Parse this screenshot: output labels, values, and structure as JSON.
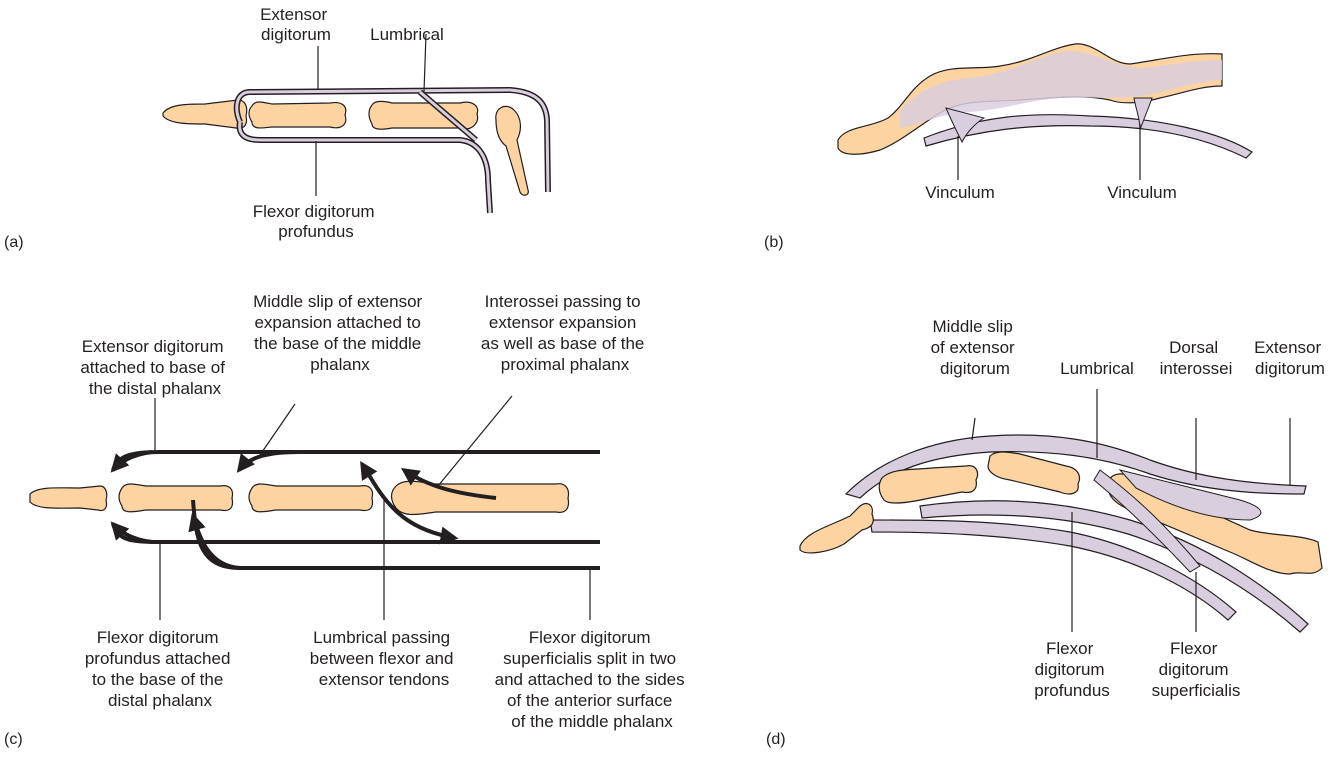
{
  "colors": {
    "bone": "#fcd3a1",
    "tendon": "#d9cede",
    "outline": "#231f20",
    "tendon_outline": "#6d6a75",
    "background": "#ffffff"
  },
  "panel_a": {
    "letter": "(a)",
    "label_extensor": [
      "Extensor",
      "digitorum"
    ],
    "label_lumbrical": "Lumbrical",
    "label_fdp": [
      "Flexor digitorum",
      "profundus"
    ]
  },
  "panel_b": {
    "letter": "(b)",
    "label_vinculum_1": "Vinculum",
    "label_vinculum_2": "Vinculum"
  },
  "panel_c": {
    "letter": "(c)",
    "label_extensor": [
      "Extensor digitorum",
      "attached to base of",
      "the distal phalanx"
    ],
    "label_middle_slip": [
      "Middle slip of extensor",
      "expansion attached to",
      "the base of the middle",
      "phalanx"
    ],
    "label_interossei": [
      "Interossei passing to",
      "extensor expansion",
      "as well as base of the",
      "proximal phalanx"
    ],
    "label_fdp": [
      "Flexor digitorum",
      "profundus attached",
      "to the base of the",
      "distal phalanx"
    ],
    "label_lumbrical": [
      "Lumbrical passing",
      "between flexor and",
      "extensor tendons"
    ],
    "label_fds": [
      "Flexor digitorum",
      "superficialis split in two",
      "and attached to the sides",
      "of the anterior surface",
      "of the middle phalanx"
    ]
  },
  "panel_d": {
    "letter": "(d)",
    "label_middle_slip": [
      "Middle slip",
      "of extensor",
      "digitorum"
    ],
    "label_lumbrical": "Lumbrical",
    "label_dorsal_interossei": [
      "Dorsal",
      "interossei"
    ],
    "label_extensor": [
      "Extensor",
      "digitorum"
    ],
    "label_fdp": [
      "Flexor",
      "digitorum",
      "profundus"
    ],
    "label_fds": [
      "Flexor",
      "digitorum",
      "superficialis"
    ]
  }
}
